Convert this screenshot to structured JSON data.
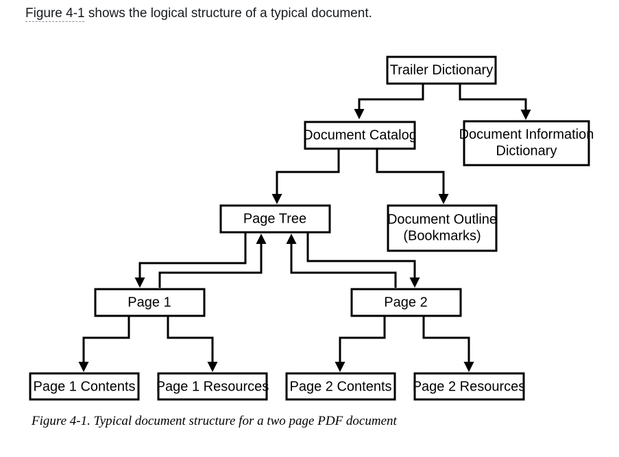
{
  "intro": {
    "figure_ref": "Figure 4-1",
    "rest": " shows the logical structure of a typical document."
  },
  "diagram": {
    "nodes": {
      "trailer": "Trailer Dictionary",
      "catalog": "Document Catalog",
      "info": [
        "Document Information",
        "Dictionary"
      ],
      "pagetree": "Page Tree",
      "outline": [
        "Document Outline",
        "(Bookmarks)"
      ],
      "page1": "Page 1",
      "page2": "Page 2",
      "p1contents": "Page 1 Contents",
      "p1resources": "Page 1 Resources",
      "p2contents": "Page 2 Contents",
      "p2resources": "Page 2 Resources"
    },
    "edges": [
      {
        "from": "Trailer Dictionary",
        "to": "Document Catalog"
      },
      {
        "from": "Trailer Dictionary",
        "to": "Document Information Dictionary"
      },
      {
        "from": "Document Catalog",
        "to": "Page Tree"
      },
      {
        "from": "Document Catalog",
        "to": "Document Outline (Bookmarks)"
      },
      {
        "from": "Page Tree",
        "to": "Page 1"
      },
      {
        "from": "Page 1",
        "to": "Page Tree"
      },
      {
        "from": "Page Tree",
        "to": "Page 2"
      },
      {
        "from": "Page 2",
        "to": "Page Tree"
      },
      {
        "from": "Page 1",
        "to": "Page 1 Contents"
      },
      {
        "from": "Page 1",
        "to": "Page 1 Resources"
      },
      {
        "from": "Page 2",
        "to": "Page 2 Contents"
      },
      {
        "from": "Page 2",
        "to": "Page 2 Resources"
      }
    ]
  },
  "caption": "Figure 4-1. Typical document structure for a two page PDF document"
}
